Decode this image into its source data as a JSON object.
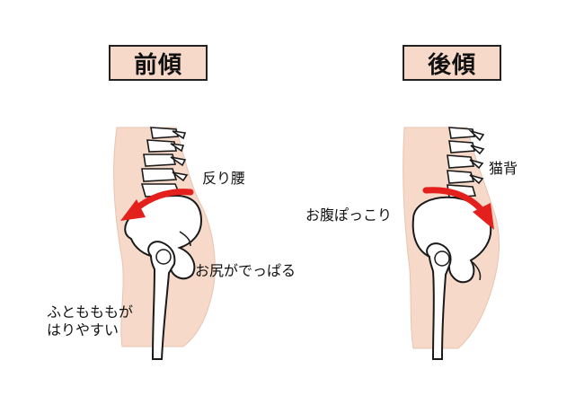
{
  "panels": {
    "left": {
      "title": "前傾",
      "labels": {
        "lower_back": "反り腰",
        "buttocks": "お尻がでっぱる",
        "thigh_line1": "ふともももが",
        "thigh_line2": "はりやすい"
      }
    },
    "right": {
      "title": "後傾",
      "labels": {
        "hunchback": "猫背",
        "belly": "お腹ぽっこり"
      }
    }
  },
  "colors": {
    "skin": "#f6d9c8",
    "bone_outline": "#1a1a1a",
    "bone_fill": "#ffffff",
    "arrow": "#e3201b",
    "title_fill": "#f6d9c8"
  }
}
